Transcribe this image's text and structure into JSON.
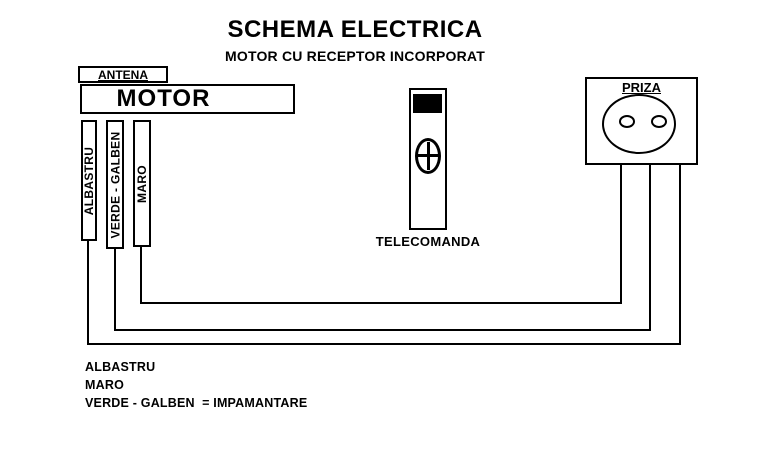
{
  "title": "SCHEMA ELECTRICA",
  "subtitle": "MOTOR CU RECEPTOR INCORPORAT",
  "antenna": {
    "label": "ANTENA"
  },
  "motor": {
    "label": "MOTOR"
  },
  "wires": [
    {
      "label": "ALBASTRU"
    },
    {
      "label": "VERDE - GALBEN"
    },
    {
      "label": "MARO"
    }
  ],
  "remote": {
    "label": "TELECOMANDA"
  },
  "socket": {
    "label": "PRIZA"
  },
  "legend": {
    "lines": [
      "ALBASTRU",
      "MARO",
      "VERDE - GALBEN  = IMPAMANTARE"
    ]
  },
  "colors": {
    "foreground": "#000000",
    "background": "#ffffff",
    "remote_screen_fill": "#000000"
  }
}
